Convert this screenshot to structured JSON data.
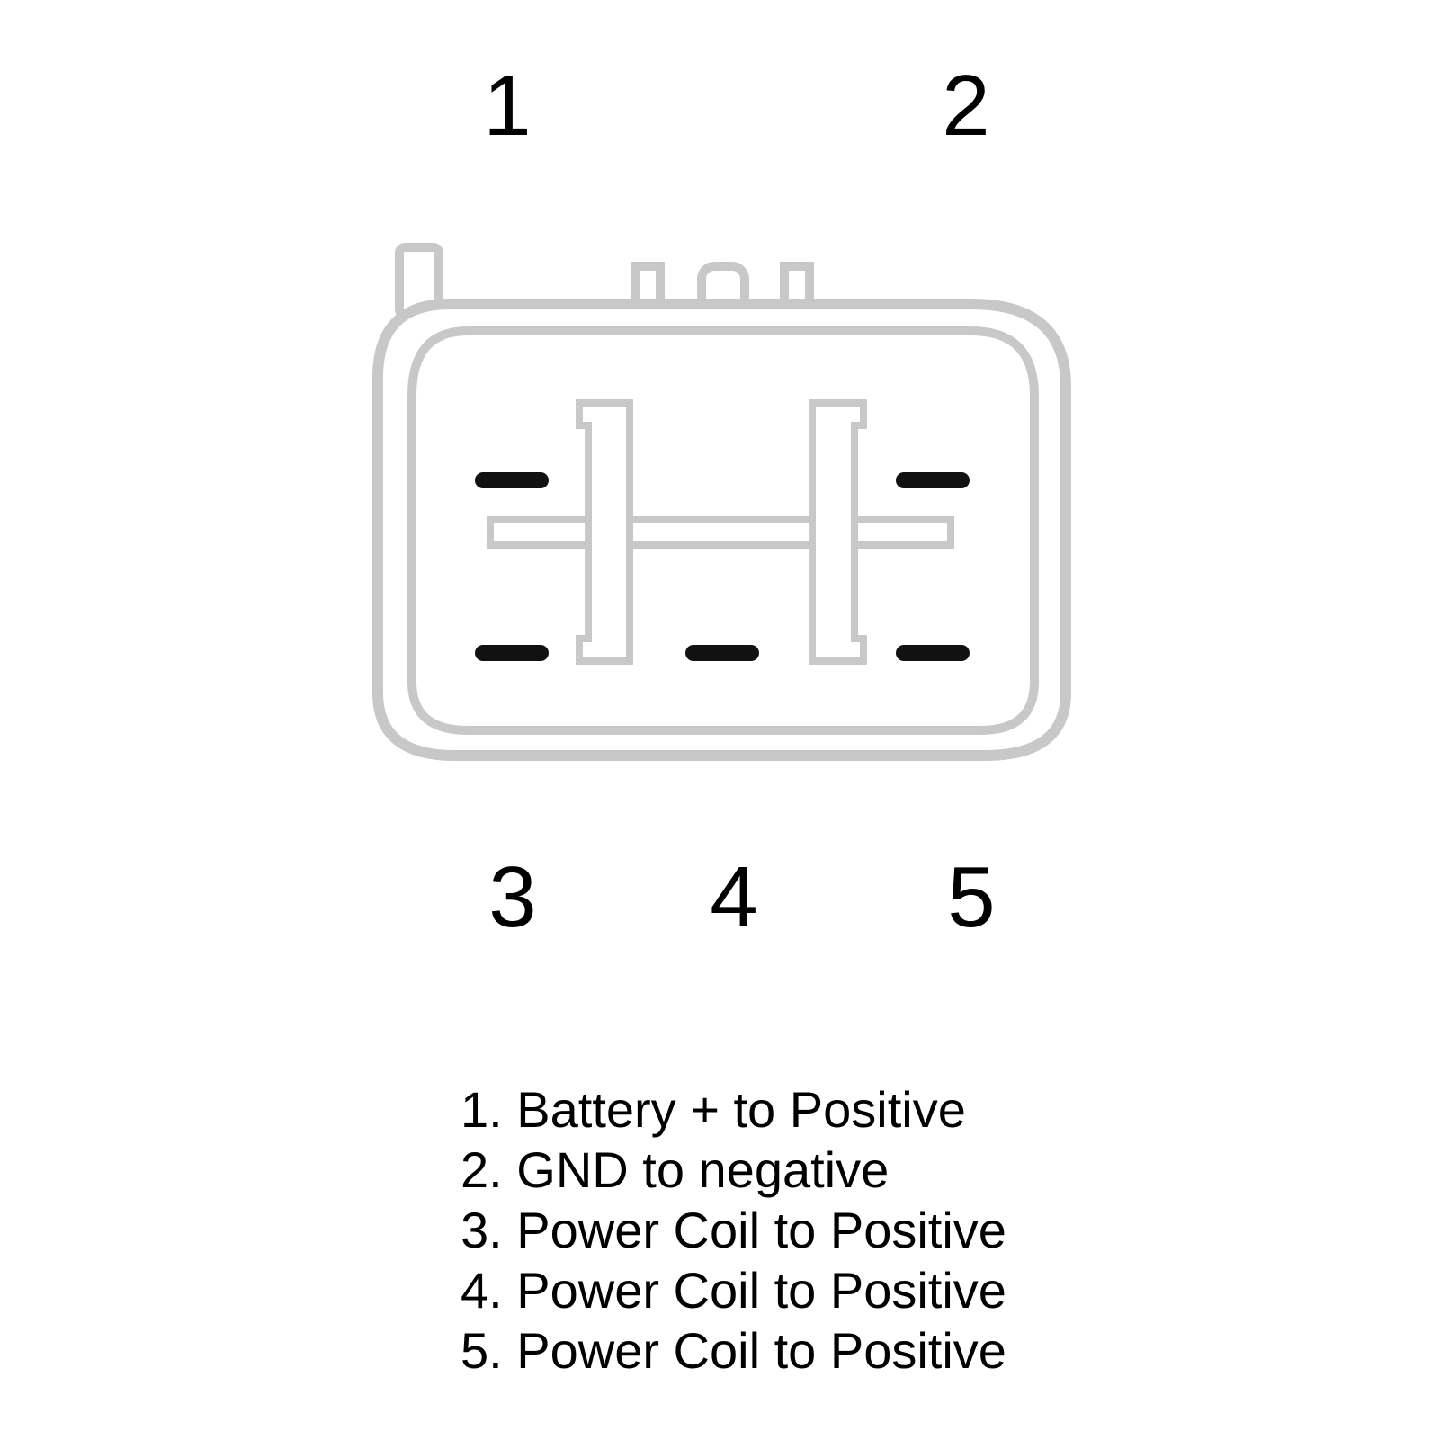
{
  "diagram": {
    "pin_numbers": {
      "top_left": "1",
      "top_right": "2",
      "bottom_left": "3",
      "bottom_middle": "4",
      "bottom_right": "5"
    },
    "legend": [
      "1. Battery + to Positive",
      "2. GND to negative",
      "3. Power Coil to Positive",
      "4. Power Coil to Positive",
      "5. Power Coil to Positive"
    ],
    "colors": {
      "outline": "#c8c8c8",
      "terminal": "#111111",
      "text": "#000000",
      "background": "#ffffff"
    }
  }
}
